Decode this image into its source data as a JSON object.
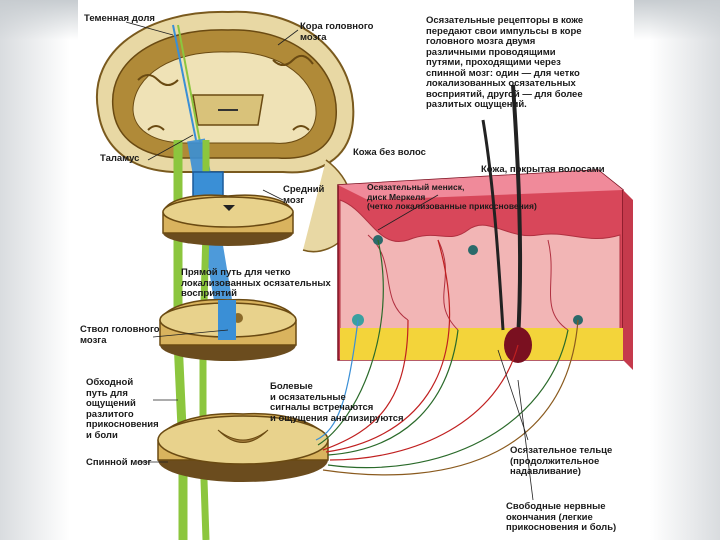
{
  "labels": {
    "parietal": "Теменная доля",
    "cortex": "Кора головного\nмозга",
    "receptors": "Осязательные рецепторы в коже\nпередают свои импульсы в коре\nголовного мозга двумя\nразличными проводящими\nпутями, проходящими через\nспинной мозг: один — для четко\nлокализованных осязательных\nвосприятий, другой — для более\nразлитых ощущений.",
    "thalamus": "Таламус",
    "skin_no_hair": "Кожа без волос",
    "skin_hair": "Кожа, покрытая волосами",
    "midbrain": "Средний\nмозг",
    "merkel": "Осязательный мениск,\nдиск Меркеля\n(четко локализованные прикосновения)",
    "direct_path": "Прямой путь для четко\nлокализованных осязательных\nвосприятий",
    "brainstem": "Ствол головного\nмозга",
    "bypass": "Обходной\nпуть для\nощущений\nразлитого\nприкосновения\nи боли",
    "pain_signals": "Болевые\nи осязательные\nсигналы встречаются\nи ощущения анализируются",
    "spinal": "Спинной мозг",
    "ruffini": "Осязательное тельце\n(продолжительное\nнадавливание)",
    "free_endings": "Свободные нервные\nокончания (легкие\nприкосновения и боль)"
  },
  "colors": {
    "neural_tissue": "#c9a24a",
    "pathway_blue": "#3a8fd6",
    "pathway_green": "#8cc63e",
    "skin_red": "#d8475a",
    "fat_yellow": "#f3d43a"
  }
}
